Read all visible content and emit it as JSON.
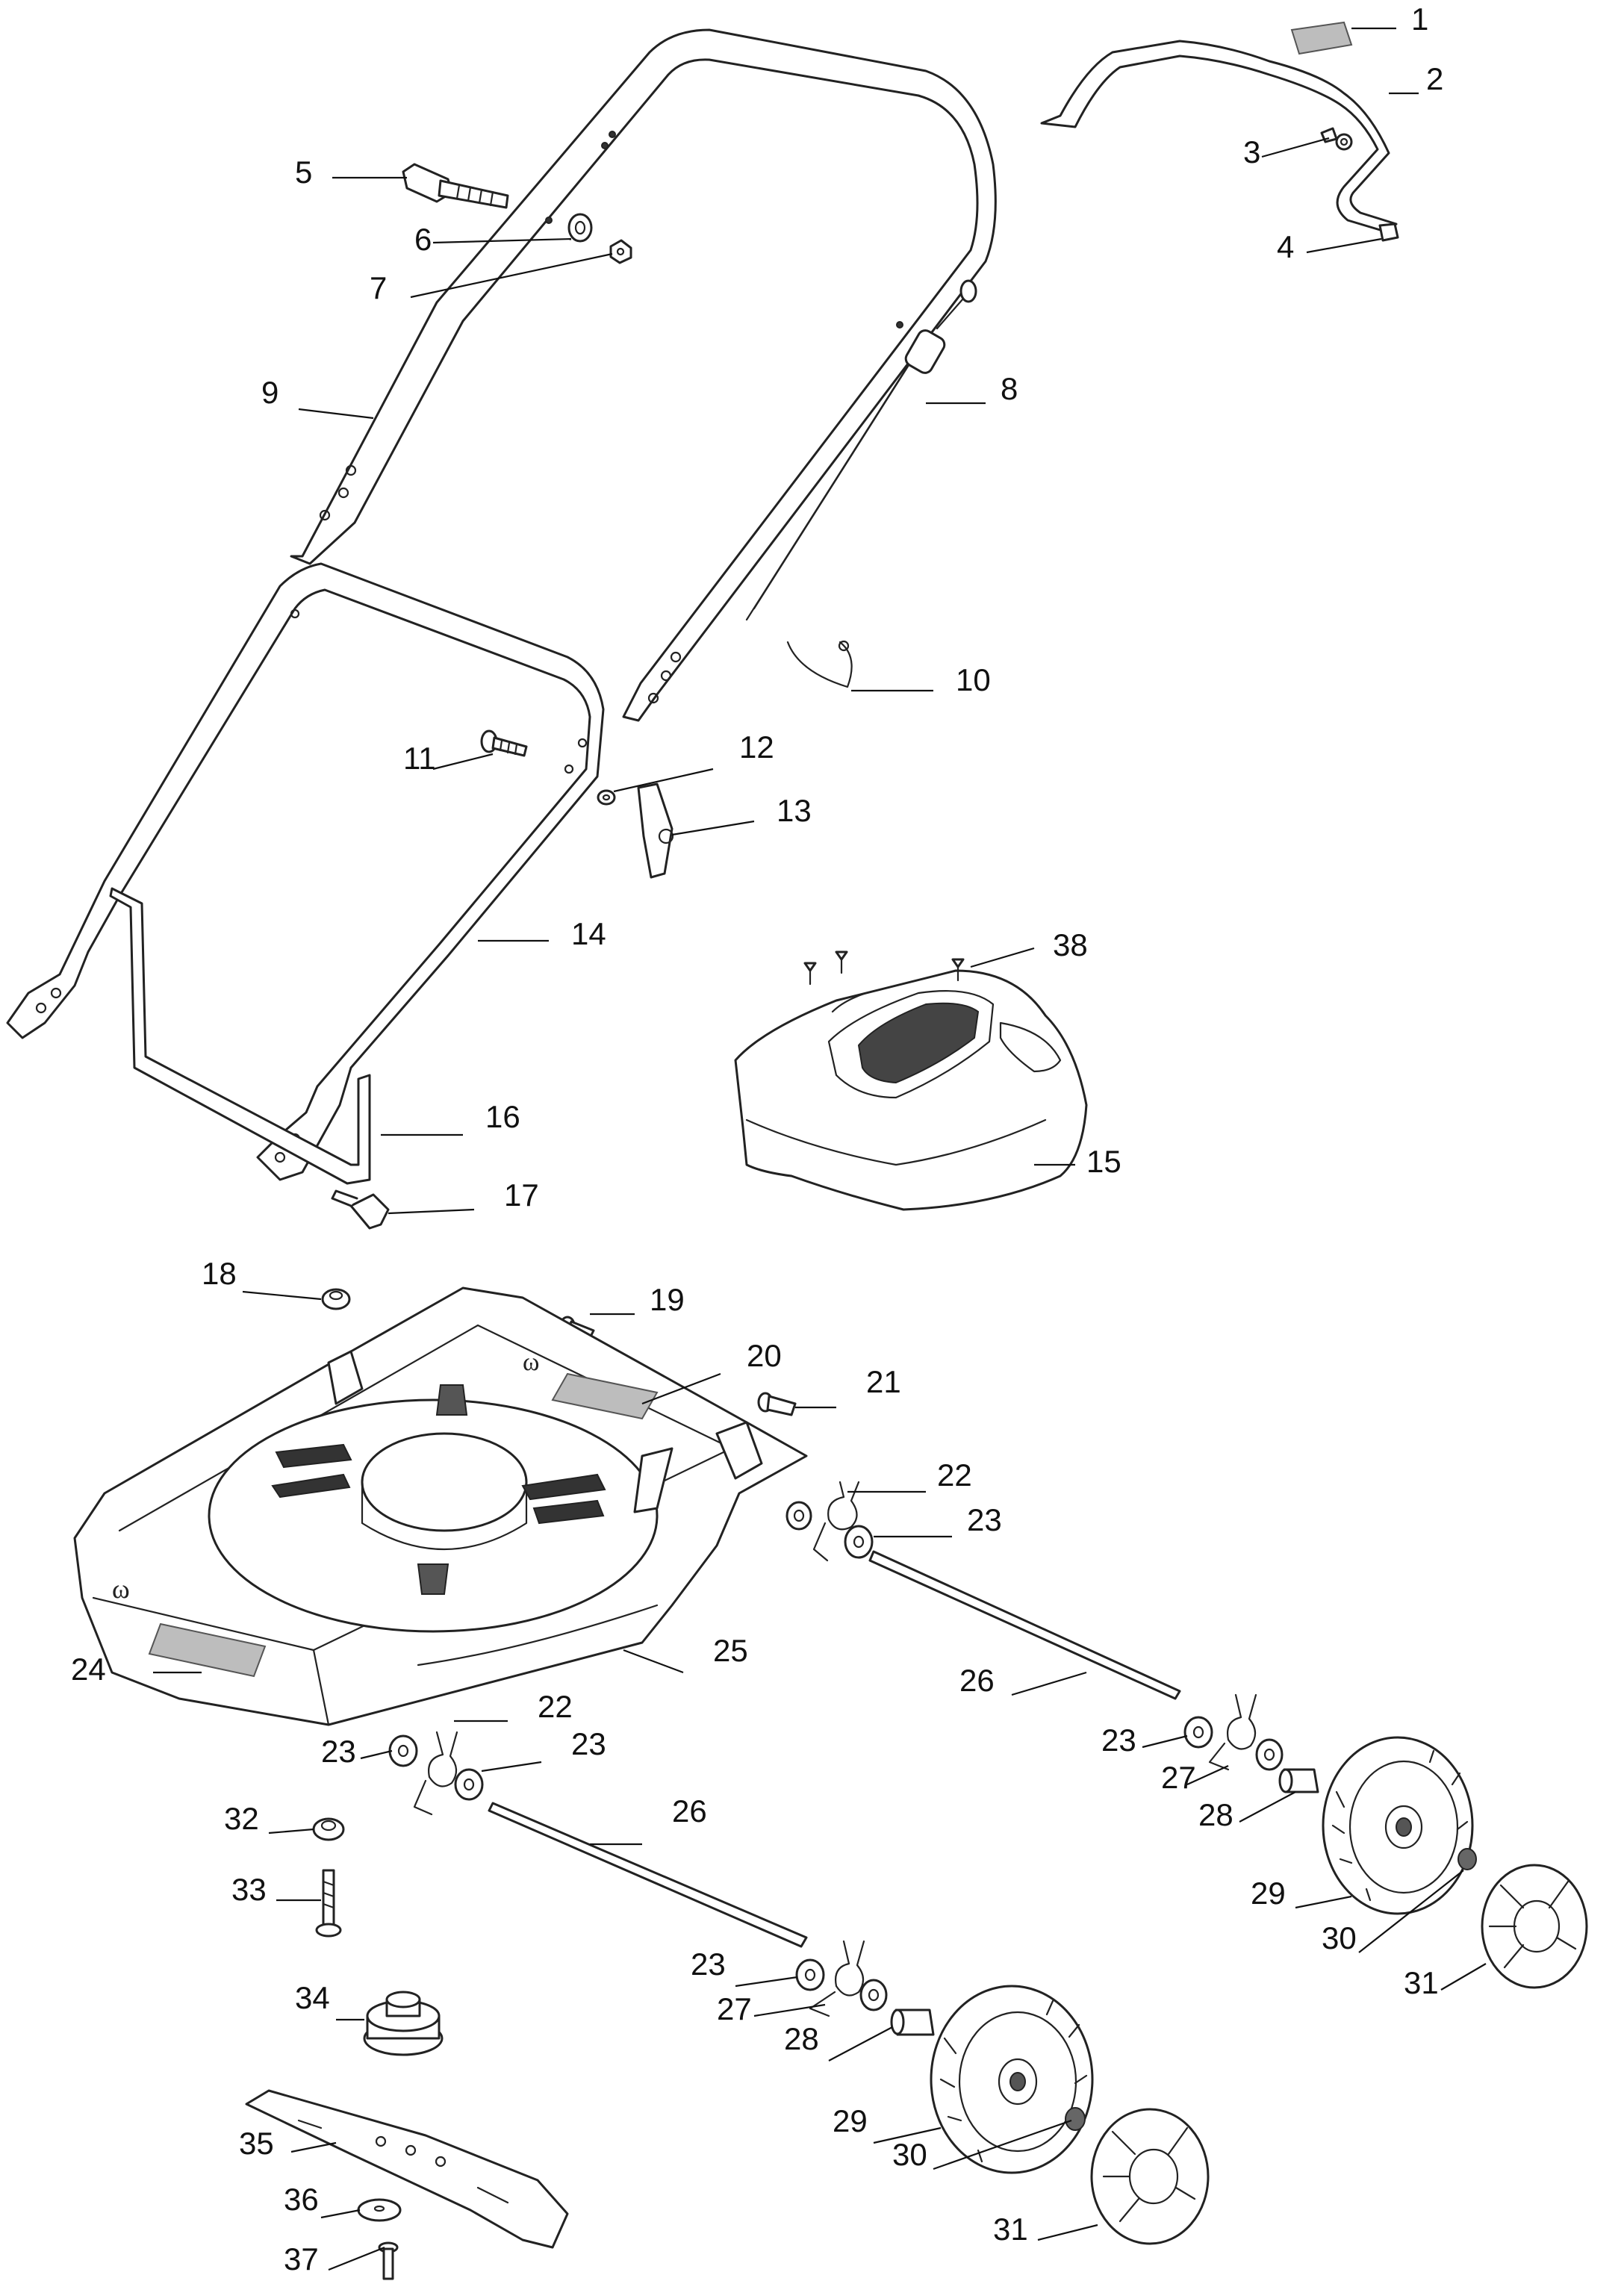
{
  "callouts": [
    {
      "id": "1",
      "text": "1"
    },
    {
      "id": "2",
      "text": "2"
    },
    {
      "id": "3",
      "text": "3"
    },
    {
      "id": "4",
      "text": "4"
    },
    {
      "id": "5",
      "text": "5"
    },
    {
      "id": "6",
      "text": "6"
    },
    {
      "id": "7",
      "text": "7"
    },
    {
      "id": "8",
      "text": "8"
    },
    {
      "id": "9",
      "text": "9"
    },
    {
      "id": "10",
      "text": "10"
    },
    {
      "id": "11",
      "text": "11"
    },
    {
      "id": "12",
      "text": "12"
    },
    {
      "id": "13",
      "text": "13"
    },
    {
      "id": "14",
      "text": "14"
    },
    {
      "id": "15",
      "text": "15"
    },
    {
      "id": "16",
      "text": "16"
    },
    {
      "id": "17",
      "text": "17"
    },
    {
      "id": "18",
      "text": "18"
    },
    {
      "id": "19",
      "text": "19"
    },
    {
      "id": "20",
      "text": "20"
    },
    {
      "id": "21",
      "text": "21"
    },
    {
      "id": "22a",
      "text": "22"
    },
    {
      "id": "23a",
      "text": "23"
    },
    {
      "id": "24",
      "text": "24"
    },
    {
      "id": "25",
      "text": "25"
    },
    {
      "id": "26a",
      "text": "26"
    },
    {
      "id": "23b",
      "text": "23"
    },
    {
      "id": "27a",
      "text": "27"
    },
    {
      "id": "28a",
      "text": "28"
    },
    {
      "id": "22b",
      "text": "22"
    },
    {
      "id": "23c",
      "text": "23"
    },
    {
      "id": "23d",
      "text": "23"
    },
    {
      "id": "26b",
      "text": "26"
    },
    {
      "id": "29a",
      "text": "29"
    },
    {
      "id": "30a",
      "text": "30"
    },
    {
      "id": "31a",
      "text": "31"
    },
    {
      "id": "32",
      "text": "32"
    },
    {
      "id": "33",
      "text": "33"
    },
    {
      "id": "23e",
      "text": "23"
    },
    {
      "id": "27b",
      "text": "27"
    },
    {
      "id": "34",
      "text": "34"
    },
    {
      "id": "28b",
      "text": "28"
    },
    {
      "id": "29b",
      "text": "29"
    },
    {
      "id": "35",
      "text": "35"
    },
    {
      "id": "30b",
      "text": "30"
    },
    {
      "id": "36",
      "text": "36"
    },
    {
      "id": "31b",
      "text": "31"
    },
    {
      "id": "37",
      "text": "37"
    },
    {
      "id": "38",
      "text": "38"
    }
  ]
}
